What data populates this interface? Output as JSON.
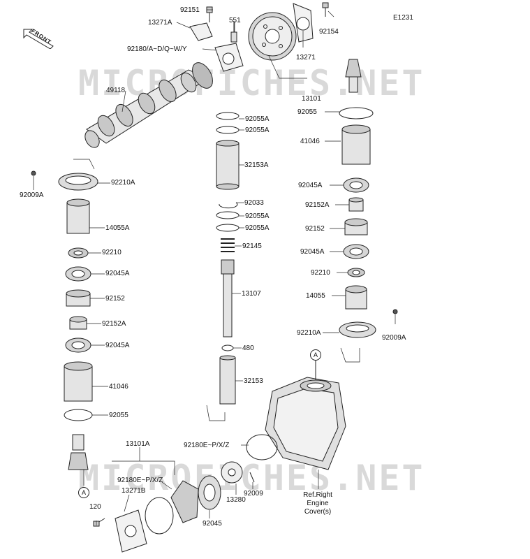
{
  "diagram_code": "E1231",
  "watermark": "MICROFICHES.NET",
  "front_label": "FRONT",
  "ref_circle": "A",
  "ref_note": [
    "Ref.Right",
    "Engine",
    "Cover(s)"
  ],
  "parts": {
    "p92151": "92151",
    "p13271A": "13271A",
    "p551": "551",
    "p92154": "92154",
    "p92180A": "92180/A~D/Q~W/Y",
    "p13271": "13271",
    "p49118": "49118",
    "p13101": "13101",
    "p92055_r": "92055",
    "p92055A_1": "92055A",
    "p92055A_2": "92055A",
    "p41046_r": "41046",
    "p32153A": "32153A",
    "p92210A_l": "92210A",
    "p92009A_l": "92009A",
    "p92045A_r1": "92045A",
    "p92033": "92033",
    "p92152A_r": "92152A",
    "p92055A_3": "92055A",
    "p92055A_4": "92055A",
    "p14055A": "14055A",
    "p92152_r": "92152",
    "p92145": "92145",
    "p92210_l": "92210",
    "p92045A_r2": "92045A",
    "p92045A_l1": "92045A",
    "p92210_r": "92210",
    "p13107": "13107",
    "p92152_l": "92152",
    "p14055": "14055",
    "p92152A_l": "92152A",
    "p92210A_r": "92210A",
    "p92009A_r": "92009A",
    "p92045A_l2": "92045A",
    "p480": "480",
    "p41046_l": "41046",
    "p32153": "32153",
    "p92055_l": "92055",
    "p13101A": "13101A",
    "p92180E_1": "92180E~P/X/Z",
    "p92180E_2": "92180E~P/X/Z",
    "p13271B": "13271B",
    "p92009": "92009",
    "p13280": "13280",
    "p120": "120",
    "p92045": "92045"
  }
}
